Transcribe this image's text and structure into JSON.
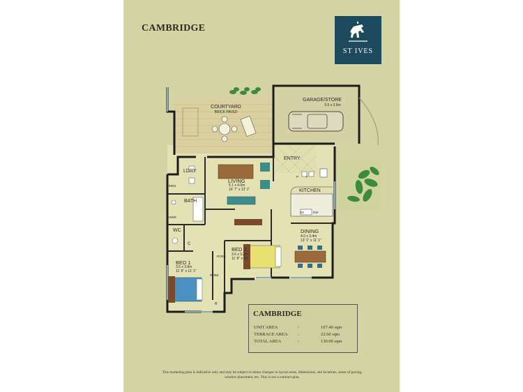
{
  "header": {
    "title": "CAMBRIDGE"
  },
  "brand": {
    "logo_text": "ST IVES",
    "logo_color": "#1d4a5c",
    "logo_icon": "horse-rider-icon"
  },
  "rooms": {
    "courtyard": {
      "name": "COURTYARD",
      "note": "BRICK PAVED"
    },
    "garage": {
      "name": "GARAGE/STORE",
      "size": "5.6 x 3.6m"
    },
    "entry": {
      "name": "ENTRY"
    },
    "ldry": {
      "name": "LDRY"
    },
    "linen": {
      "name": "LINEN"
    },
    "living": {
      "name": "LIVING",
      "size_m": "5.1 x 4.0m",
      "size_ft": "16' 7\" x 13' 1\""
    },
    "kitchen": {
      "name": "KITCHEN"
    },
    "bath": {
      "name": "BATH"
    },
    "shower": {
      "name": "SHWR"
    },
    "wc": {
      "name": "WC"
    },
    "dining": {
      "name": "DINING",
      "size_m": "4.0 x 3.4m",
      "size_ft": "13' 1\" x 11' 1\""
    },
    "bed2": {
      "name": "BED 2",
      "size_m": "3.6 x 3.2m",
      "size_ft": "11' 8\" x 10'"
    },
    "bed1": {
      "name": "BED 1",
      "size_m": "3.6 x 3.8m",
      "size_ft": "11' 8\" x 11' 1\""
    },
    "robe": "ROBE",
    "c": "C",
    "r": "R",
    "p": "P",
    "f": "F",
    "dw": "DW",
    "ss": "SS"
  },
  "schedule": {
    "title": "CAMBRIDGE",
    "rows": [
      {
        "label": "UNIT AREA",
        "sep": ":",
        "value": "107.40 sqm"
      },
      {
        "label": "TERRACE AREA",
        "sep": ":",
        "value": "22.60 sqm"
      },
      {
        "label": "TOTAL AREA",
        "sep": ":",
        "value": "130.00 sqm"
      }
    ]
  },
  "disclaimer": "This marketing plan is indicative only and may be subject to minor changes in layout areas, dimensions, site locations, sense of paving, window placement, etc. This is not a contract plan."
}
